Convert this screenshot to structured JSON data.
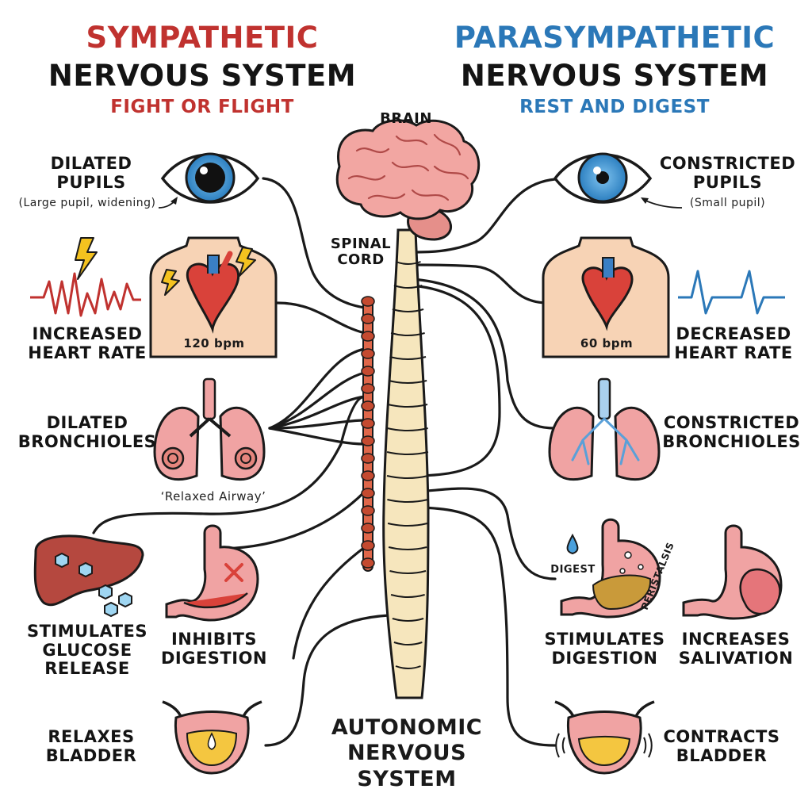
{
  "colors": {
    "sympathetic": "#c0322f",
    "parasympathetic": "#2b78b8",
    "outline": "#1a1a1a",
    "skin": "#f7d3b5",
    "organ_pink": "#f0a3a3",
    "spine": "#f6e6bd",
    "chain": "#e0674a"
  },
  "header": {
    "sympathetic_title": "SYMPATHETIC",
    "sympathetic_line2": "NERVOUS SYSTEM",
    "sympathetic_sub": "FIGHT OR FLIGHT",
    "parasympathetic_title": "PARASYMPATHETIC",
    "parasympathetic_line2": "NERVOUS SYSTEM",
    "parasympathetic_sub": "REST AND DIGEST"
  },
  "center": {
    "brain": "BRAIN",
    "spinal_line1": "SPINAL",
    "spinal_line2": "CORD",
    "ans_line1": "AUTONOMIC",
    "ans_line2": "NERVOUS",
    "ans_line3": "SYSTEM"
  },
  "sympathetic": {
    "pupils_line1": "DILATED",
    "pupils_line2": "PUPILS",
    "pupils_note": "(Large pupil, widening)",
    "heart_line1": "INCREASED",
    "heart_line2": "HEART RATE",
    "heart_bpm": "120 bpm",
    "bronch_line1": "DILATED",
    "bronch_line2": "BRONCHIOLES",
    "bronch_note": "‘Relaxed Airway’",
    "glucose_line1": "STIMULATES",
    "glucose_line2": "GLUCOSE",
    "glucose_line3": "RELEASE",
    "digest_line1": "INHIBITS",
    "digest_line2": "DIGESTION",
    "bladder_line1": "RELAXES",
    "bladder_line2": "BLADDER"
  },
  "parasympathetic": {
    "pupils_line1": "CONSTRICTED",
    "pupils_line2": "PUPILS",
    "pupils_note": "(Small pupil)",
    "heart_line1": "DECREASED",
    "heart_line2": "HEART RATE",
    "heart_bpm": "60 bpm",
    "bronch_line1": "CONSTRICTED",
    "bronch_line2": "BRONCHIOLES",
    "digest_tag": "DIGEST",
    "peristalsis_tag": "PERISTALSIS",
    "digest_line1": "STIMULATES",
    "digest_line2": "DIGESTION",
    "saliva_line1": "INCREASES",
    "saliva_line2": "SALIVATION",
    "bladder_line1": "CONTRACTS",
    "bladder_line2": "BLADDER"
  }
}
